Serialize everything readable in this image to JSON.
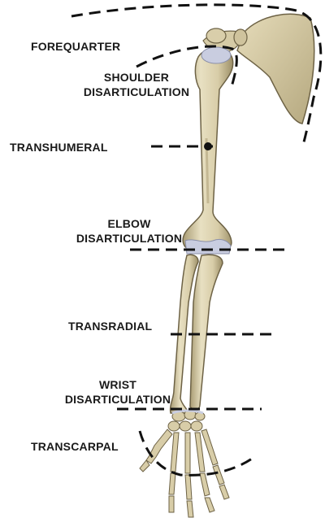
{
  "labels": {
    "forequarter": "FOREQUARTER",
    "shoulder_line1": "SHOULDER",
    "shoulder_line2": "DISARTICULATION",
    "transhumeral": "TRANSHUMERAL",
    "elbow_line1": "ELBOW",
    "elbow_line2": "DISARTICULATION",
    "transradial": "TRANSRADIAL",
    "wrist_line1": "WRIST",
    "wrist_line2": "DISARTICULATION",
    "transcarpal": "TRANSCARPAL"
  },
  "colors": {
    "bone": "#ddd3b0",
    "bone_shade": "#b8ab84",
    "bone_outline": "#6d6245",
    "cartilage": "#c9cde0",
    "dash_line": "#111111",
    "text": "#1a1a1a"
  }
}
